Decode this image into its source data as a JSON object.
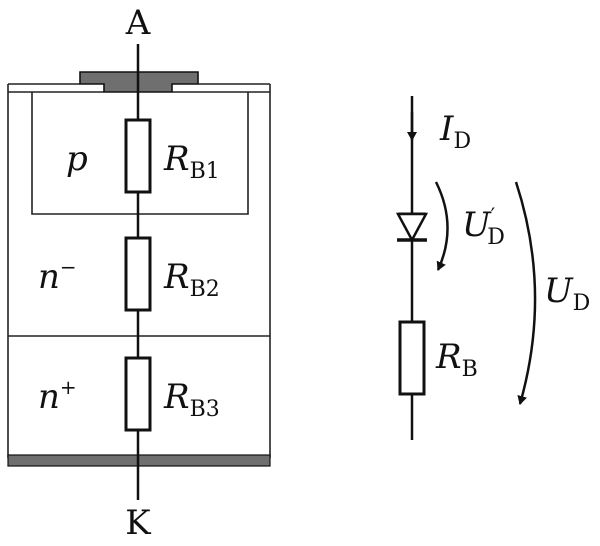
{
  "device": {
    "anode": "A",
    "cathode": "K",
    "layers": [
      {
        "label": "p",
        "sup": "",
        "resistor": "R",
        "resistor_sub": "B1"
      },
      {
        "label": "n",
        "sup": "−",
        "resistor": "R",
        "resistor_sub": "B2"
      },
      {
        "label": "n",
        "sup": "+",
        "resistor": "R",
        "resistor_sub": "B3"
      }
    ]
  },
  "equivalent_circuit": {
    "current": {
      "symbol": "I",
      "sub": "D"
    },
    "diode_voltage": {
      "symbol": "U",
      "prime": "′",
      "sub": "D"
    },
    "total_voltage": {
      "symbol": "U",
      "sub": "D"
    },
    "resistor": {
      "symbol": "R",
      "sub": "B"
    }
  },
  "colors": {
    "metal": "#6f6f6f",
    "bottom_contact": "#6f6f6f",
    "line": "#111111"
  }
}
